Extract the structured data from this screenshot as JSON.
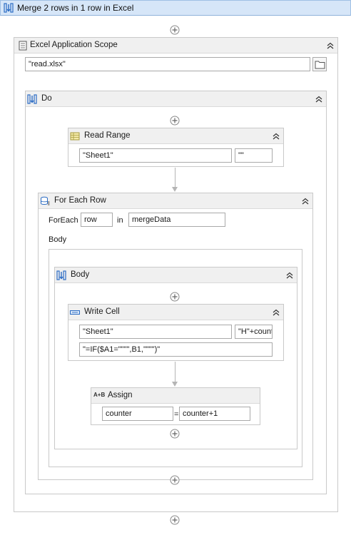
{
  "title": "Merge 2 rows in 1 row in Excel",
  "excel_scope": {
    "label": "Excel Application Scope",
    "file_path": "\"read.xlsx\""
  },
  "do_sequence": {
    "label": "Do"
  },
  "read_range": {
    "label": "Read Range",
    "sheet": "\"Sheet1\"",
    "range": "\"\""
  },
  "for_each_row": {
    "label": "For Each Row",
    "foreach_label": "ForEach",
    "item_var": "row",
    "in_label": "in",
    "collection": "mergeData",
    "body_label": "Body"
  },
  "body_sequence": {
    "label": "Body"
  },
  "write_cell": {
    "label": "Write Cell",
    "sheet": "\"Sheet1\"",
    "cell": "\"H\"+counter",
    "formula": "\"=IF($A1=\"\"\"\",B1,\"\"\"\")\""
  },
  "assign": {
    "label": "Assign",
    "icon_text": "A+B",
    "target": "counter",
    "equals": "=",
    "value": "counter+1"
  },
  "colors": {
    "titlebar_bg": "#d6e6f8",
    "header_bg": "#f0f0f0",
    "border": "#c9c9c9",
    "sequence_icon_blue": "#2b6cc4"
  }
}
